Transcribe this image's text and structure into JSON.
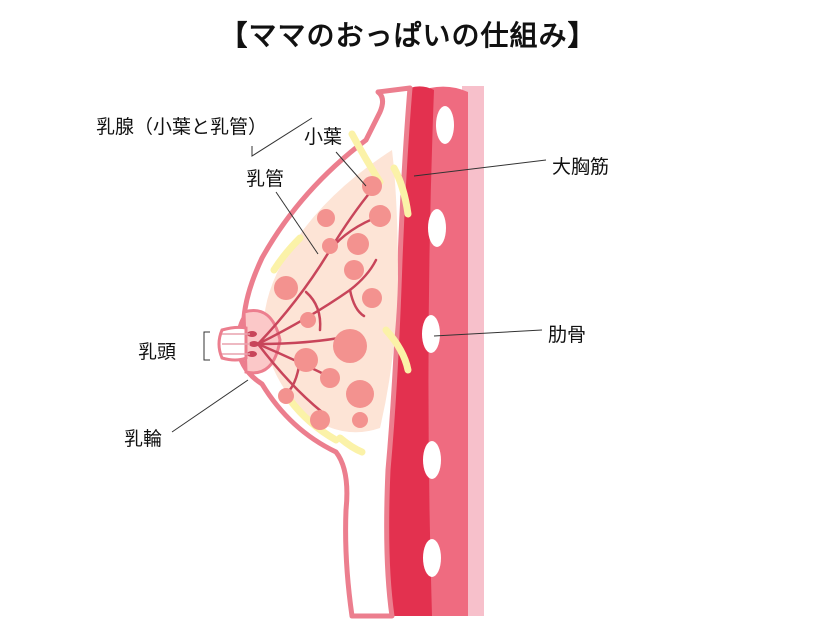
{
  "title": "【ママのおっぱいの仕組み】",
  "labels": {
    "mammary_gland": "乳腺（小葉と乳管）",
    "lobule": "小葉",
    "milk_duct": "乳管",
    "pectoral_muscle": "大胸筋",
    "rib": "肋骨",
    "nipple": "乳頭",
    "areola": "乳輪"
  },
  "colors": {
    "outline": "#ec7e8e",
    "muscle_dark": "#e3314f",
    "muscle_mid": "#ef6b80",
    "muscle_light": "#f7c0cb",
    "tissue": "#fde4d6",
    "fat": "#fbf2a8",
    "lobule": "#f3928f",
    "duct": "#c8455a"
  }
}
